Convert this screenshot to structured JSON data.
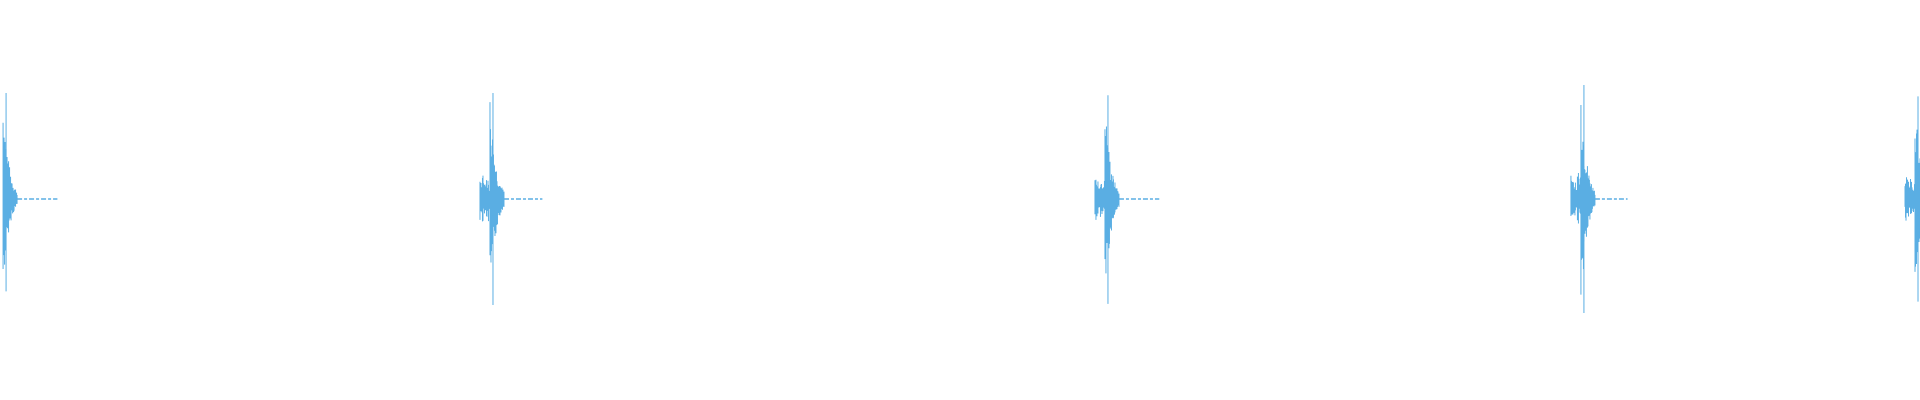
{
  "waveform": {
    "color": "#5aaee3",
    "background": "#ffffff",
    "bursts": [
      {
        "time_fraction": 0.0016,
        "peak_amplitude": 0.93,
        "trough_amplitude": 0.81,
        "tail_fraction": 0.021
      },
      {
        "time_fraction": 0.2552,
        "peak_amplitude": 0.93,
        "trough_amplitude": 0.93,
        "tail_fraction": 0.02
      },
      {
        "time_fraction": 0.5755,
        "peak_amplitude": 0.91,
        "trough_amplitude": 0.92,
        "tail_fraction": 0.021
      },
      {
        "time_fraction": 0.8234,
        "peak_amplitude": 1.0,
        "trough_amplitude": 1.0,
        "tail_fraction": 0.017
      },
      {
        "time_fraction": 0.9974,
        "peak_amplitude": 0.9,
        "trough_amplitude": 0.9,
        "tail_fraction": 0.0
      }
    ]
  }
}
